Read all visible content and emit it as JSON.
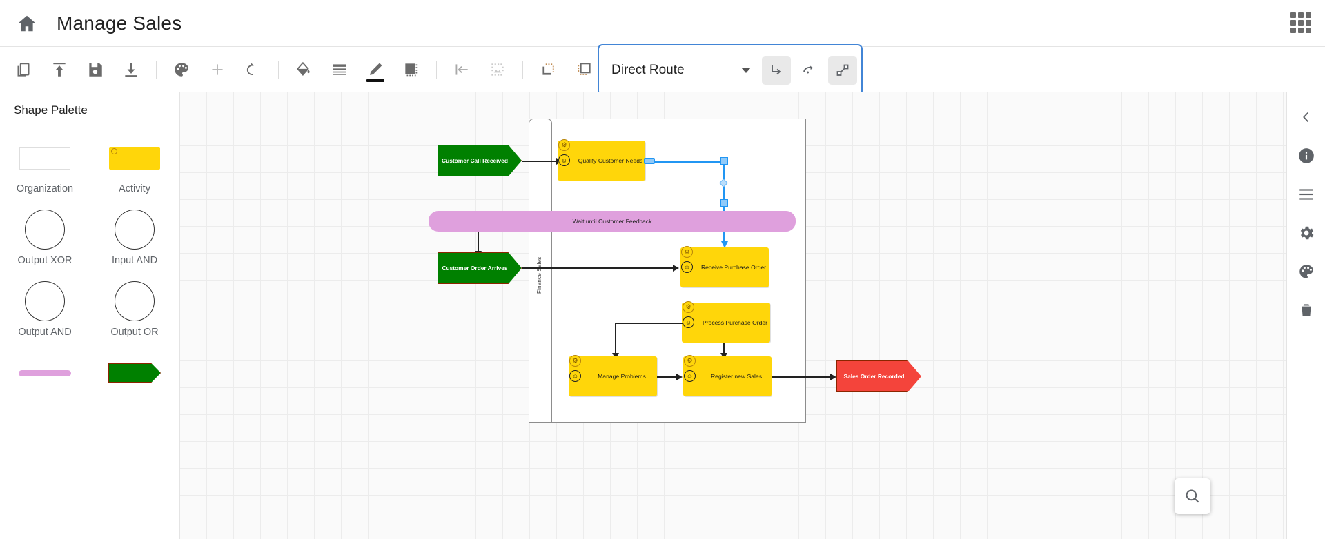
{
  "header": {
    "home_icon": "home-icon",
    "title": "Manage Sales",
    "apps_icon": "apps-grid-icon"
  },
  "toolbar": {
    "buttons": [
      {
        "name": "copy-button",
        "icon": "copy-icon",
        "tooltip": "Copy"
      },
      {
        "name": "upload-button",
        "icon": "upload-icon",
        "tooltip": "Upload"
      },
      {
        "name": "save-button",
        "icon": "save-floppy-icon",
        "tooltip": "Save"
      },
      {
        "name": "download-button",
        "icon": "download-icon",
        "tooltip": "Download"
      },
      {
        "name": "palette-button",
        "icon": "color-palette-icon",
        "tooltip": "Color palette"
      },
      {
        "name": "add-button",
        "icon": "plus-icon",
        "tooltip": "Add"
      },
      {
        "name": "undo-button",
        "icon": "undo-arrow-icon",
        "tooltip": "Undo"
      },
      {
        "name": "fill-color-button",
        "icon": "paint-bucket-icon",
        "tooltip": "Fill color"
      },
      {
        "name": "line-style-button",
        "icon": "lines-icon",
        "tooltip": "Line style"
      },
      {
        "name": "pen-color-button",
        "icon": "pencil-icon",
        "tooltip": "Pen color"
      },
      {
        "name": "shadow-button",
        "icon": "filled-square-icon",
        "tooltip": "Shadow"
      },
      {
        "name": "align-left-button",
        "icon": "align-left-icon",
        "tooltip": "Align left"
      },
      {
        "name": "image-button",
        "icon": "image-placeholder-icon",
        "tooltip": "Image"
      },
      {
        "name": "send-to-back-button",
        "icon": "send-to-back-icon",
        "tooltip": "Send to back"
      },
      {
        "name": "bring-to-front-button",
        "icon": "bring-to-front-icon",
        "tooltip": "Bring to front"
      }
    ]
  },
  "route_panel": {
    "selected_route": "Direct Route",
    "options": [
      "Direct Route"
    ],
    "caret_icon": "chevron-down-icon",
    "route_buttons": [
      {
        "name": "orthogonal-route-button",
        "icon": "elbow-route-icon",
        "active": true
      },
      {
        "name": "curved-route-button",
        "icon": "curved-route-icon",
        "active": false
      },
      {
        "name": "direct-route-button",
        "icon": "direct-line-route-icon",
        "active": true
      }
    ]
  },
  "palette": {
    "title": "Shape Palette",
    "items": [
      {
        "label": "Organization",
        "shape": "organization-rect"
      },
      {
        "label": "Activity",
        "shape": "activity-rect"
      },
      {
        "label": "Output XOR",
        "shape": "circle"
      },
      {
        "label": "Input AND",
        "shape": "circle"
      },
      {
        "label": "Output AND",
        "shape": "circle"
      },
      {
        "label": "Output OR",
        "shape": "circle"
      },
      {
        "label": "",
        "shape": "wait-band"
      },
      {
        "label": "",
        "shape": "green-arrow"
      }
    ]
  },
  "right_rail": {
    "items": [
      {
        "name": "collapse-panel-button",
        "icon": "chevron-left-icon"
      },
      {
        "name": "info-button",
        "icon": "info-circle-icon"
      },
      {
        "name": "list-button",
        "icon": "list-icon"
      },
      {
        "name": "settings-button",
        "icon": "gear-icon"
      },
      {
        "name": "theme-button",
        "icon": "color-palette-icon"
      },
      {
        "name": "delete-button",
        "icon": "trash-icon"
      }
    ]
  },
  "canvas": {
    "zoom_button": {
      "name": "zoom-search-button",
      "icon": "magnifier-icon"
    },
    "lane_label": "Finance Sales",
    "nodes": [
      {
        "id": "n1",
        "type": "event-start",
        "label": "Customer Call Received",
        "color": "#008000"
      },
      {
        "id": "n2",
        "type": "activity",
        "label": "Qualify Customer Needs",
        "color": "#FFD60A"
      },
      {
        "id": "n3",
        "type": "wait",
        "label": "Wait until Customer Feedback",
        "color": "#dfa0dd"
      },
      {
        "id": "n4",
        "type": "event-start",
        "label": "Customer Order Arrives",
        "color": "#008000"
      },
      {
        "id": "n5",
        "type": "activity",
        "label": "Receive Purchase Order",
        "color": "#FFD60A"
      },
      {
        "id": "n6",
        "type": "activity",
        "label": "Process Purchase Order",
        "color": "#FFD60A"
      },
      {
        "id": "n7",
        "type": "activity",
        "label": "Manage Problems",
        "color": "#FFD60A"
      },
      {
        "id": "n8",
        "type": "activity",
        "label": "Register new Sales",
        "color": "#FFD60A"
      },
      {
        "id": "n9",
        "type": "event-end",
        "label": "Sales Order Recorded",
        "color": "#F4443B"
      }
    ],
    "selected_connector": {
      "name": "selected-connector",
      "from": "Qualify Customer Needs",
      "to": "Receive Purchase Order",
      "color": "#2196F3"
    }
  }
}
